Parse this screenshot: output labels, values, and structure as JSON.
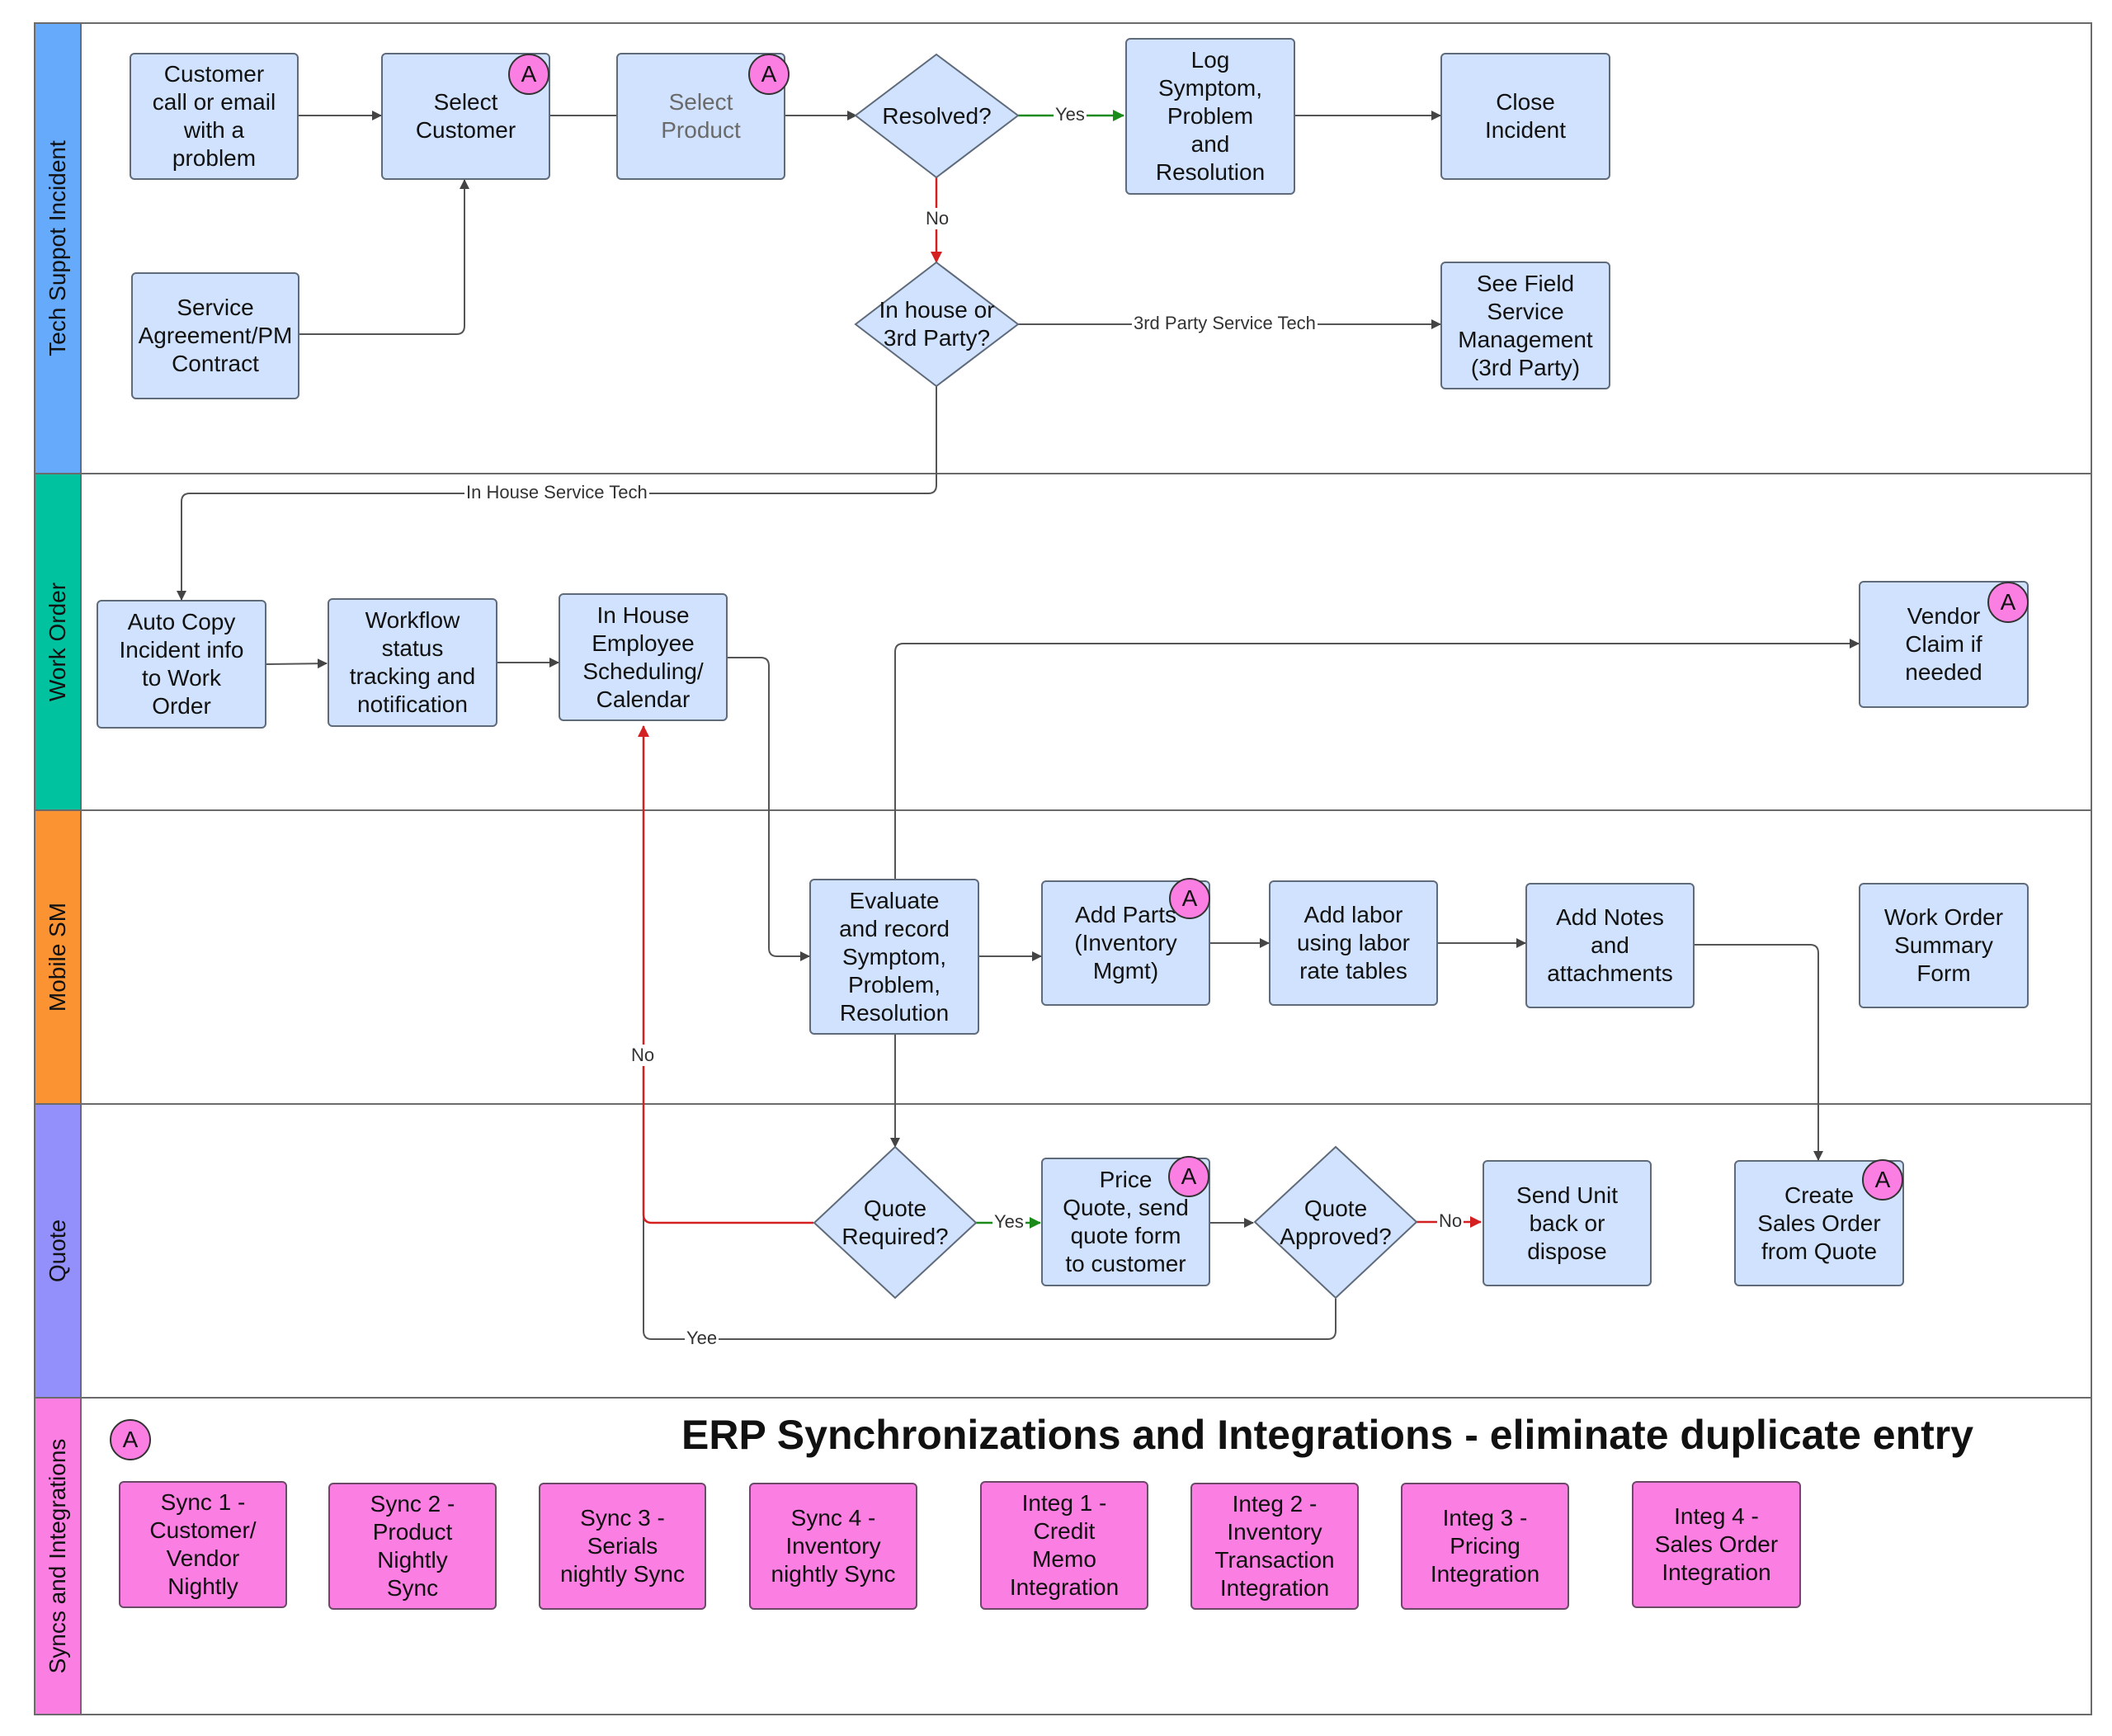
{
  "lanes": [
    {
      "id": "tech",
      "title": "Tech Suppot Incident",
      "color": "#66aafc"
    },
    {
      "id": "work",
      "title": "Work Order",
      "color": "#00c29f"
    },
    {
      "id": "mobile",
      "title": "Mobile SM",
      "color": "#fc9333"
    },
    {
      "id": "quote",
      "title": "Quote",
      "color": "#9390fb"
    },
    {
      "id": "sync",
      "title": "Syncs and Integrations",
      "color": "#fb7ee2"
    }
  ],
  "nodes": {
    "customer_call": "Customer\ncall or email\nwith a\nproblem",
    "select_customer": "Select\nCustomer",
    "select_product": "Select\nProduct",
    "resolved": "Resolved?",
    "log_symptom": "Log\nSymptom,\nProblem\nand\nResolution",
    "close_incident": "Close\nIncident",
    "service_agreement": "Service\nAgreement/PM\nContract",
    "inhouse_or_3rd": "In house or\n3rd Party?",
    "field_service": "See Field\nService\nManagement\n(3rd Party)",
    "auto_copy": "Auto Copy\nIncident info\nto Work\nOrder",
    "workflow_status": "Workflow\nstatus\ntracking and\nnotification",
    "scheduling": "In House\nEmployee\nScheduling/\nCalendar",
    "vendor_claim": "Vendor\nClaim if\nneeded",
    "evaluate": "Evaluate\nand record\nSymptom,\nProblem,\nResolution",
    "add_parts": "Add Parts\n(Inventory\nMgmt)",
    "add_labor": "Add labor\nusing labor\nrate tables",
    "add_notes": "Add Notes\nand\nattachments",
    "wo_summary": "Work Order\nSummary\nForm",
    "quote_required": "Quote\nRequired?",
    "price_quote": "Price\nQuote, send\nquote form\nto customer",
    "quote_approved": "Quote\nApproved?",
    "send_unit": "Send Unit\nback or\ndispose",
    "create_sales_order": "Create\nSales Order\nfrom Quote"
  },
  "edge_labels": {
    "yes_resolved": "Yes",
    "no_resolved": "No",
    "third_party": "3rd Party Service Tech",
    "in_house": "In House Service Tech",
    "no_quote": "No",
    "yes_quote": "Yes",
    "no_approved": "No",
    "yee": "Yee"
  },
  "badge_letter": "A",
  "sync_title": "ERP Synchronizations and Integrations - eliminate duplicate entry",
  "sync_items": [
    "Sync 1 -\nCustomer/\nVendor\nNightly",
    "Sync 2 -\nProduct\nNightly\nSync",
    "Sync 3 -\nSerials\nnightly Sync",
    "Sync 4 -\nInventory\nnightly Sync",
    "Integ 1 -\nCredit\nMemo\nIntegration",
    "Integ 2 -\nInventory\nTransaction\nIntegration",
    "Integ 3 -\nPricing\nIntegration",
    "Integ 4 -\nSales Order\nIntegration"
  ],
  "colors": {
    "box_fill": "#d0e2fe",
    "pink": "#fb7ee2",
    "green_edge": "#1a8a1a",
    "red_edge": "#d42020",
    "edge": "#555555"
  }
}
